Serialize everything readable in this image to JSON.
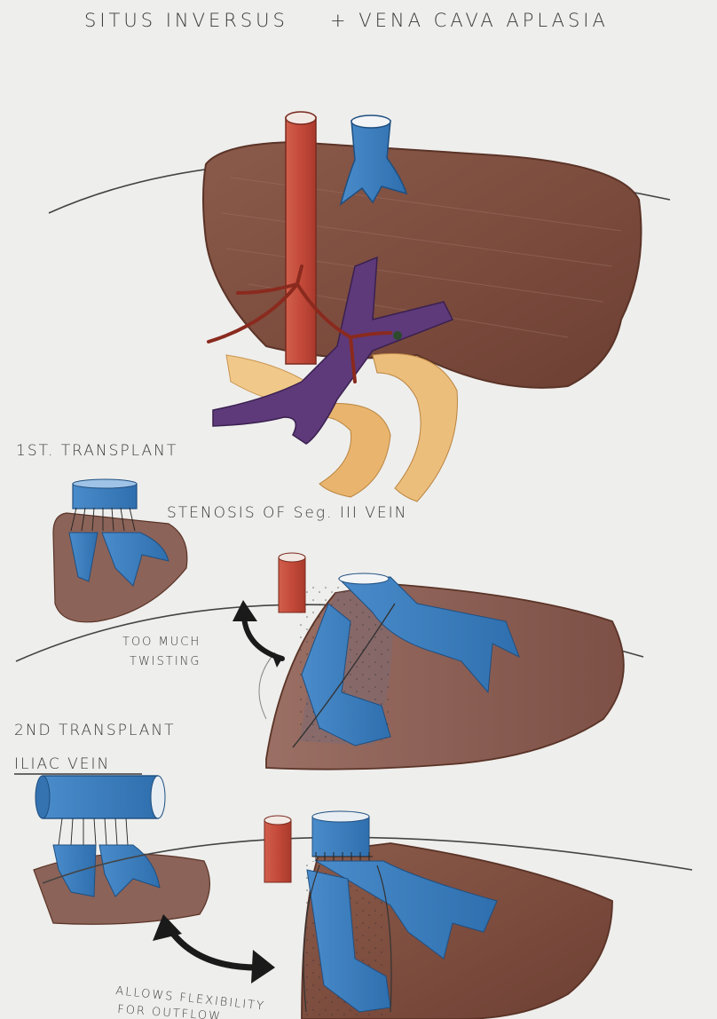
{
  "title": {
    "left": "SITUS INVERSUS",
    "right": "+ VENA CAVA APLASIA"
  },
  "labels": {
    "first_transplant": "1ST. TRANSPLANT",
    "stenosis": "STENOSIS OF Seg. III VEIN",
    "too_much_1": "TOO MUCH",
    "too_much_2": "TWISTING",
    "second_transplant": "2ND TRANSPLANT",
    "iliac_vein": "ILIAC VEIN",
    "allows_1": "ALLOWS FLEXIBILITY",
    "allows_2": "FOR OUTFLOW"
  },
  "colors": {
    "paper": "#eeeeec",
    "liver": "#7a4a3c",
    "liver_light": "#a67f73",
    "artery_red": "#c44a3a",
    "hepatic_vein_blue": "#3b7fbf",
    "portal_purple": "#5e3a7a",
    "bile_orange": "#e6b06a",
    "ink": "#2a2a2a"
  }
}
